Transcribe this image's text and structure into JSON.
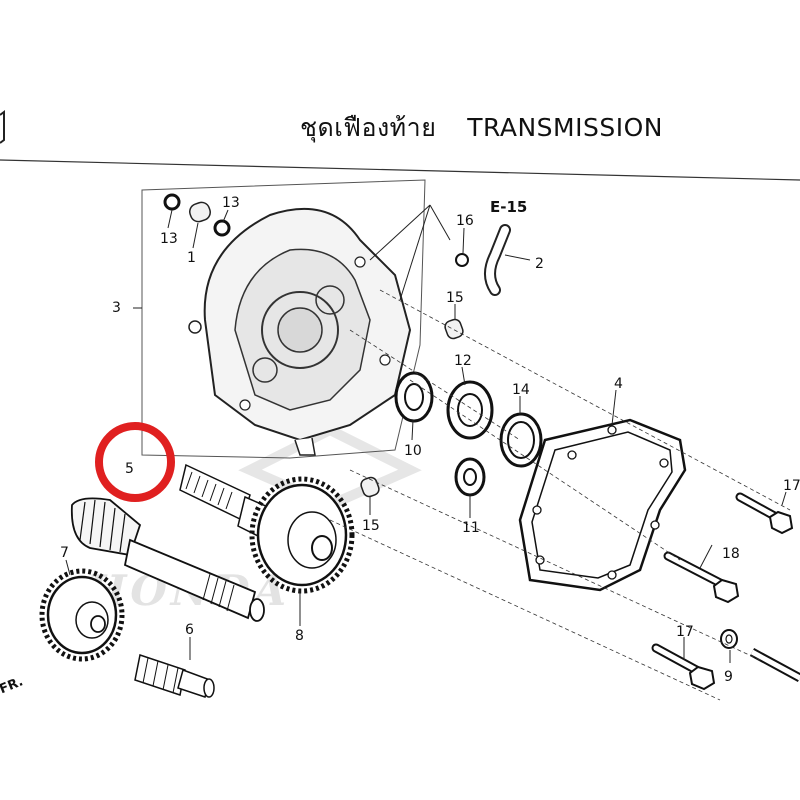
{
  "header": {
    "title_thai": "ชุดเฟืองท้าย",
    "title_en": "TRANSMISSION"
  },
  "reference": {
    "label": "E-15"
  },
  "watermark": {
    "text": "HONDA"
  },
  "direction": {
    "label": "FR."
  },
  "highlight": {
    "part": "5",
    "color": "#e02020"
  },
  "parts": [
    {
      "number": "1"
    },
    {
      "number": "2"
    },
    {
      "number": "3"
    },
    {
      "number": "4"
    },
    {
      "number": "5"
    },
    {
      "number": "6"
    },
    {
      "number": "7"
    },
    {
      "number": "8"
    },
    {
      "number": "9"
    },
    {
      "number": "10"
    },
    {
      "number": "11"
    },
    {
      "number": "12"
    },
    {
      "number": "13"
    },
    {
      "number": "13"
    },
    {
      "number": "14"
    },
    {
      "number": "15"
    },
    {
      "number": "15"
    },
    {
      "number": "16"
    },
    {
      "number": "17"
    },
    {
      "number": "17"
    },
    {
      "number": "18"
    }
  ]
}
